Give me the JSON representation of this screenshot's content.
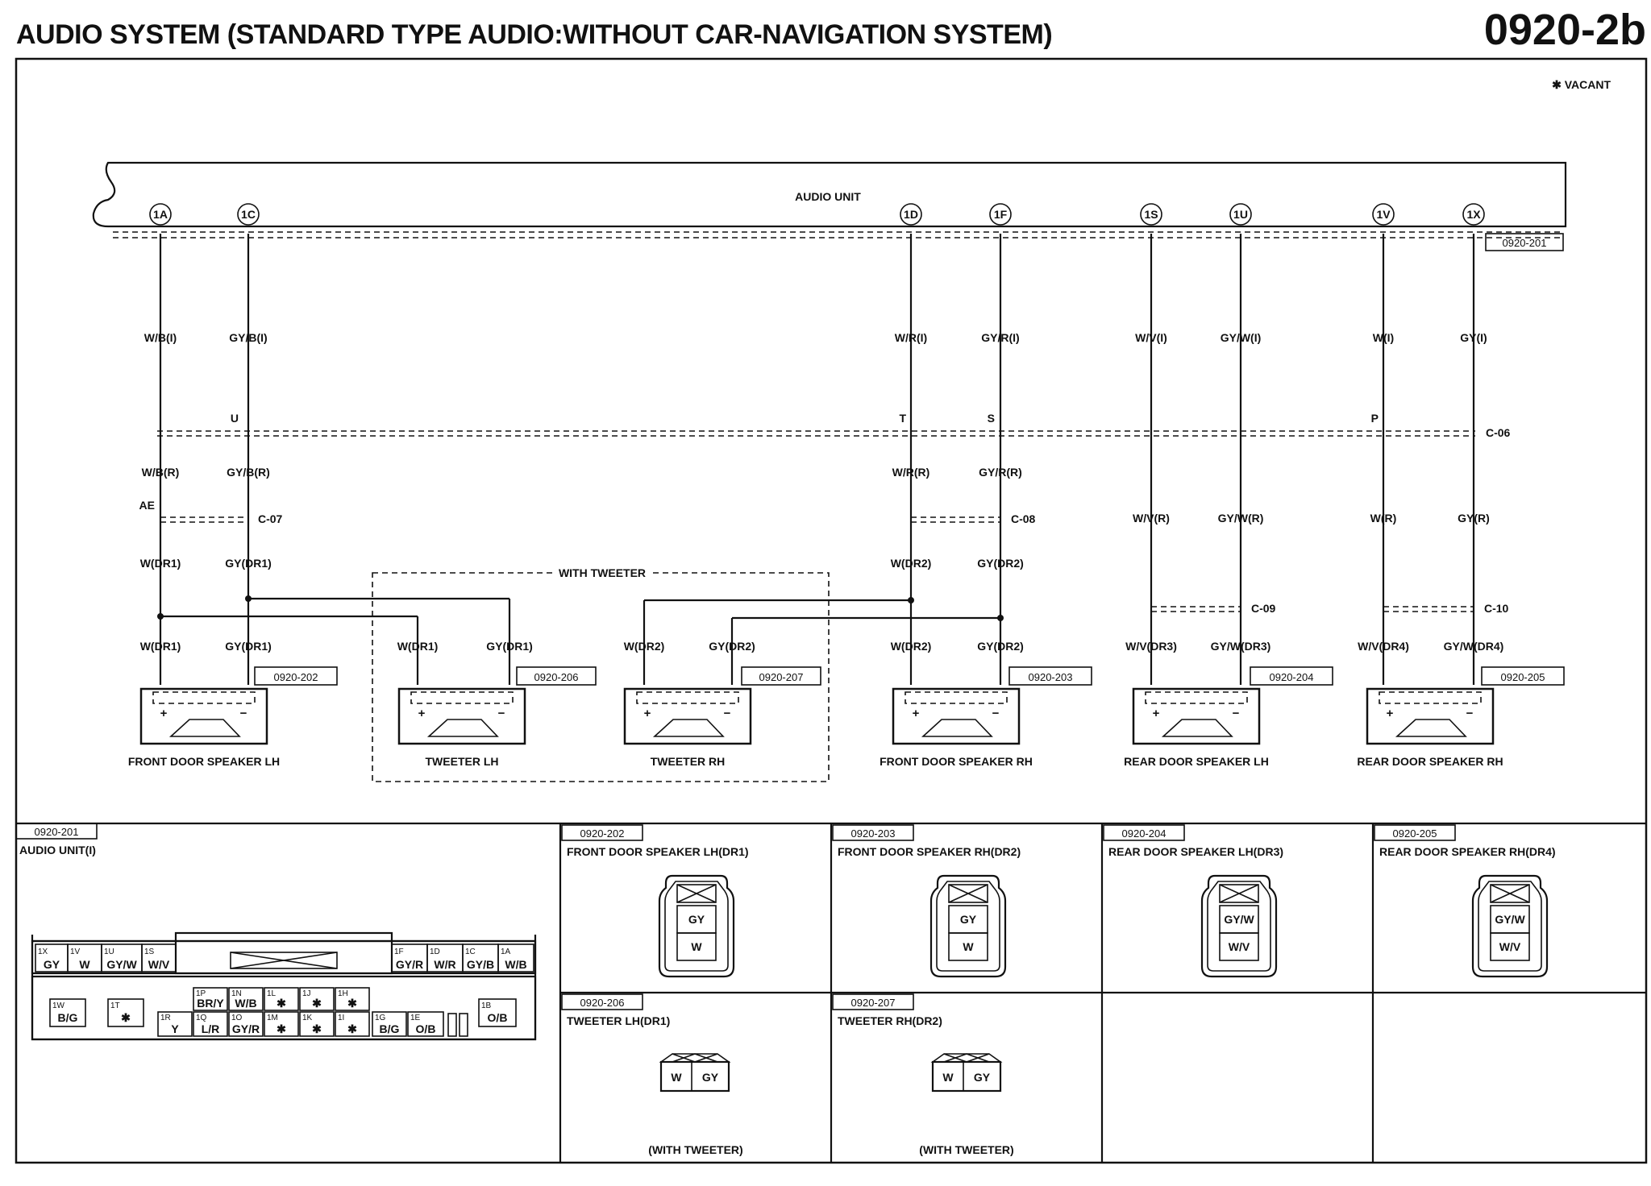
{
  "header": {
    "title": "AUDIO SYSTEM (STANDARD TYPE AUDIO:WITHOUT CAR-NAVIGATION SYSTEM)",
    "code": "0920-2b"
  },
  "legend": {
    "vacant": "✱ VACANT"
  },
  "audio_unit": {
    "label": "AUDIO UNIT",
    "ref": "0920-201",
    "terminals": [
      "1A",
      "1C",
      "1D",
      "1F",
      "1S",
      "1U",
      "1V",
      "1X"
    ]
  },
  "wires_top": [
    "W/B(I)",
    "GY/B(I)",
    "W/R(I)",
    "GY/R(I)",
    "W/V(I)",
    "GY/W(I)",
    "W(I)",
    "GY(I)"
  ],
  "connector_c06": {
    "label": "C-06",
    "pins": [
      "U",
      "T",
      "S",
      "P"
    ]
  },
  "wires_mid": [
    "W/B(R)",
    "GY/B(R)",
    "W/R(R)",
    "GY/R(R)"
  ],
  "connector_c07": {
    "label": "C-07",
    "pin": "AE"
  },
  "connector_c08": {
    "label": "C-08"
  },
  "wires_rear_r": [
    "W/V(R)",
    "GY/W(R)",
    "W(R)",
    "GY(R)"
  ],
  "connector_c09": {
    "label": "C-09"
  },
  "connector_c10": {
    "label": "C-10"
  },
  "wires_dr": [
    "W(DR1)",
    "GY(DR1)",
    "W(DR2)",
    "GY(DR2)"
  ],
  "with_tweeter_label": "WITH TWEETER",
  "speaker_wires": [
    "W(DR1)",
    "GY(DR1)",
    "W(DR1)",
    "GY(DR1)",
    "W(DR2)",
    "GY(DR2)",
    "W(DR2)",
    "GY(DR2)",
    "W/V(DR3)",
    "GY/W(DR3)",
    "W/V(DR4)",
    "GY/W(DR4)"
  ],
  "speakers": [
    {
      "name": "FRONT DOOR SPEAKER LH",
      "ref": "0920-202"
    },
    {
      "name": "TWEETER LH",
      "ref": "0920-206"
    },
    {
      "name": "TWEETER RH",
      "ref": "0920-207"
    },
    {
      "name": "FRONT DOOR SPEAKER RH",
      "ref": "0920-203"
    },
    {
      "name": "REAR DOOR SPEAKER LH",
      "ref": "0920-204"
    },
    {
      "name": "REAR DOOR SPEAKER RH",
      "ref": "0920-205"
    }
  ],
  "polarity": {
    "plus": "+",
    "minus": "−"
  },
  "connector_views": {
    "audio_unit": {
      "ref": "0920-201",
      "title": "AUDIO UNIT(I)",
      "top_row_left": [
        {
          "pin": "1X",
          "wire": "GY"
        },
        {
          "pin": "1V",
          "wire": "W"
        },
        {
          "pin": "1U",
          "wire": "GY/W"
        },
        {
          "pin": "1S",
          "wire": "W/V"
        }
      ],
      "top_row_right": [
        {
          "pin": "1F",
          "wire": "GY/R"
        },
        {
          "pin": "1D",
          "wire": "W/R"
        },
        {
          "pin": "1C",
          "wire": "GY/B"
        },
        {
          "pin": "1A",
          "wire": "W/B"
        }
      ],
      "lower_left": [
        {
          "pin": "1W",
          "wire": "B/G"
        },
        {
          "pin": "1T",
          "wire": "✱"
        }
      ],
      "lower_grid_top": [
        {
          "pin": "1P",
          "wire": "BR/Y"
        },
        {
          "pin": "1N",
          "wire": "W/B"
        },
        {
          "pin": "1L",
          "wire": "✱"
        },
        {
          "pin": "1J",
          "wire": "✱"
        },
        {
          "pin": "1H",
          "wire": "✱"
        }
      ],
      "lower_grid_bottom": [
        {
          "pin": "1R",
          "wire": "Y"
        },
        {
          "pin": "1Q",
          "wire": "L/R"
        },
        {
          "pin": "1O",
          "wire": "GY/R"
        },
        {
          "pin": "1M",
          "wire": "✱"
        },
        {
          "pin": "1K",
          "wire": "✱"
        },
        {
          "pin": "1I",
          "wire": "✱"
        },
        {
          "pin": "1G",
          "wire": "B/G"
        },
        {
          "pin": "1E",
          "wire": "O/B"
        }
      ],
      "lower_right": [
        {
          "pin": "1B",
          "wire": "O/B"
        }
      ]
    },
    "panels": [
      {
        "ref": "0920-202",
        "title": "FRONT DOOR SPEAKER LH(DR1)",
        "pins": [
          "GY",
          "W"
        ]
      },
      {
        "ref": "0920-203",
        "title": "FRONT DOOR SPEAKER RH(DR2)",
        "pins": [
          "GY",
          "W"
        ]
      },
      {
        "ref": "0920-204",
        "title": "REAR DOOR SPEAKER LH(DR3)",
        "pins": [
          "GY/W",
          "W/V"
        ]
      },
      {
        "ref": "0920-205",
        "title": "REAR DOOR SPEAKER RH(DR4)",
        "pins": [
          "GY/W",
          "W/V"
        ]
      },
      {
        "ref": "0920-206",
        "title": "TWEETER LH(DR1)",
        "pins": [
          "W",
          "GY"
        ],
        "note": "(WITH TWEETER)"
      },
      {
        "ref": "0920-207",
        "title": "TWEETER RH(DR2)",
        "pins": [
          "W",
          "GY"
        ],
        "note": "(WITH TWEETER)"
      }
    ]
  }
}
